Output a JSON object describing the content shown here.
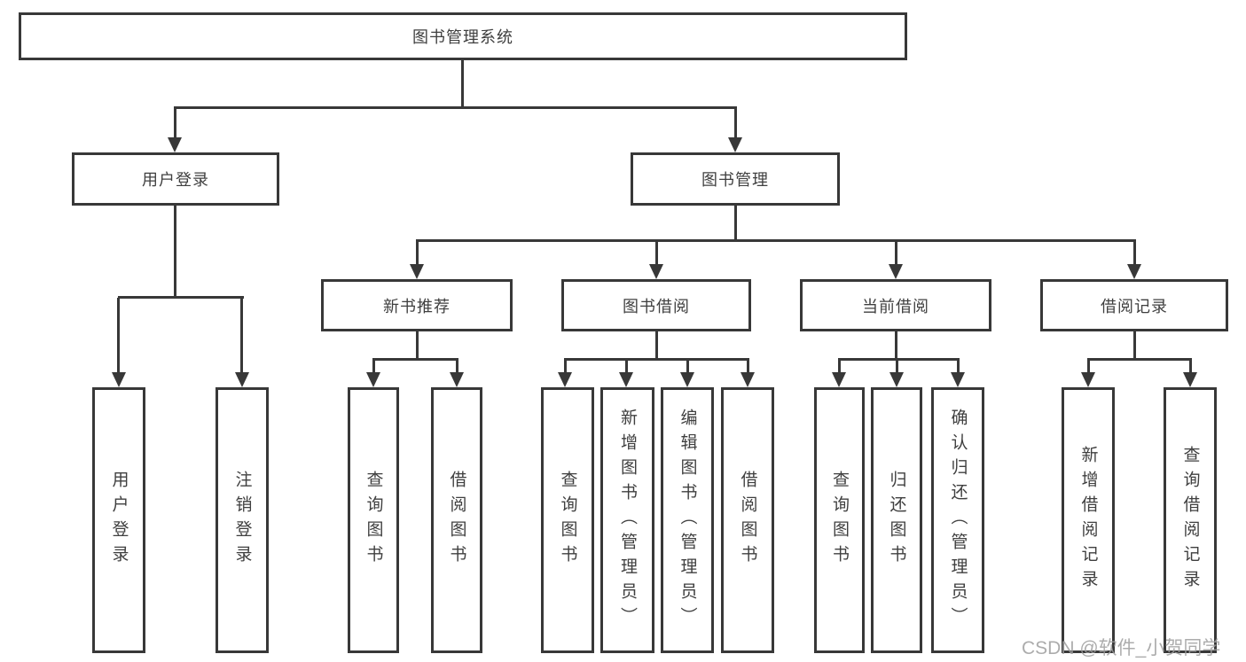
{
  "tree": {
    "root": {
      "label": "图书管理系统",
      "children": [
        {
          "label": "用户登录",
          "children": [
            {
              "label": "用户登录"
            },
            {
              "label": "注销登录"
            }
          ]
        },
        {
          "label": "图书管理",
          "children": [
            {
              "label": "新书推荐",
              "children": [
                {
                  "label": "查询图书"
                },
                {
                  "label": "借阅图书"
                }
              ]
            },
            {
              "label": "图书借阅",
              "children": [
                {
                  "label": "查询图书"
                },
                {
                  "label": "新增图书（管理员）"
                },
                {
                  "label": "编辑图书（管理员）"
                },
                {
                  "label": "借阅图书"
                }
              ]
            },
            {
              "label": "当前借阅",
              "children": [
                {
                  "label": "查询图书"
                },
                {
                  "label": "归还图书"
                },
                {
                  "label": "确认归还（管理员）"
                }
              ]
            },
            {
              "label": "借阅记录",
              "children": [
                {
                  "label": "新增借阅记录"
                },
                {
                  "label": "查询借阅记录"
                }
              ]
            }
          ]
        }
      ]
    }
  },
  "watermark": {
    "text": "CSDN @软件_小贺同学"
  },
  "colors": {
    "line": "#383838",
    "box_border": "#383838",
    "text": "#3f3f3f",
    "background": "#ffffff",
    "watermark": "#9e9e9e"
  }
}
